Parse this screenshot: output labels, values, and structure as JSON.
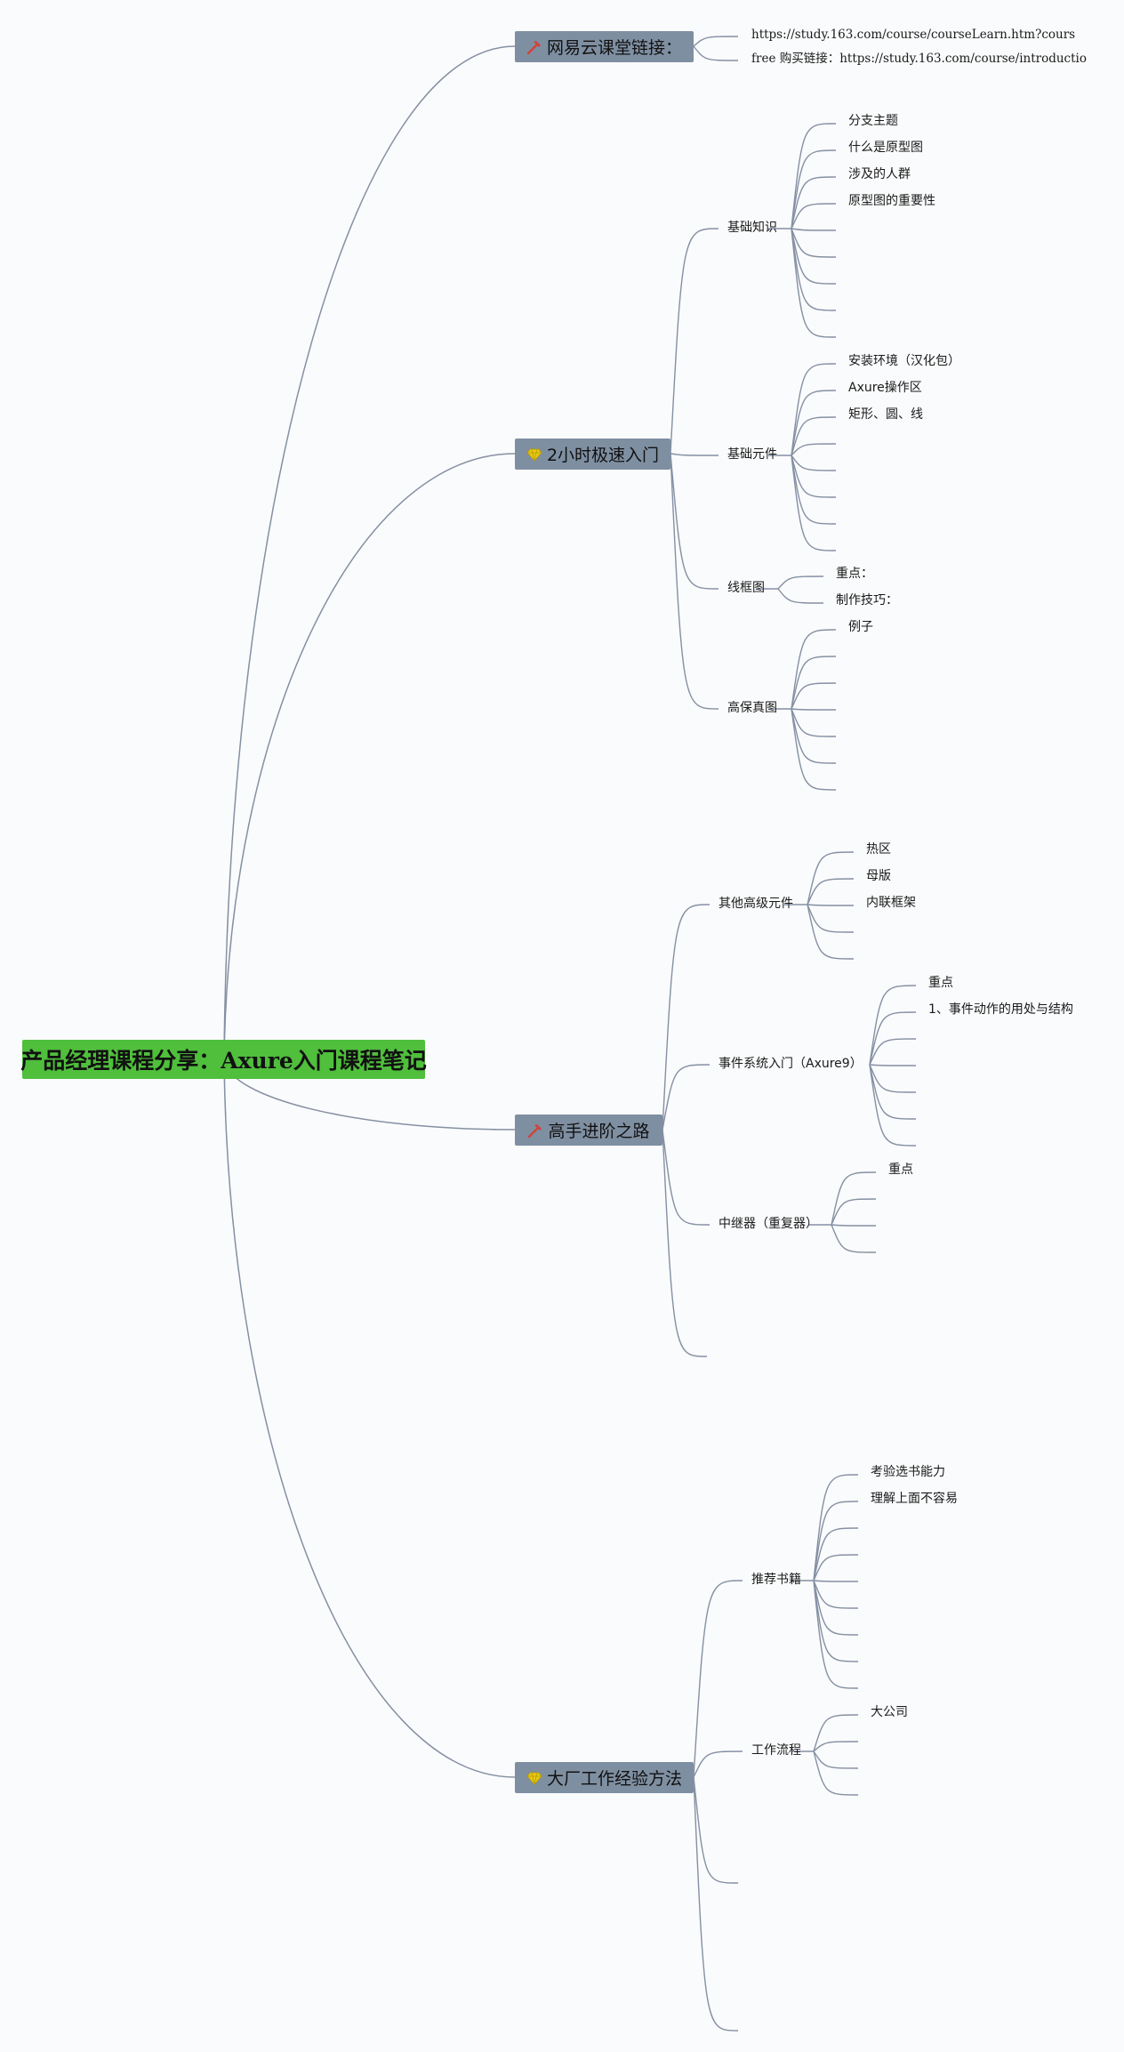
{
  "root": {
    "label": "产品经理课程分享：Axure入门课程笔记"
  },
  "branches": [
    {
      "label": "网易云课堂链接：",
      "icon": "hammer-icon",
      "children": [
        {
          "label": "https://study.163.com/course/courseLearn.htm?cours"
        },
        {
          "label": "free 购买链接：https://study.163.com/course/introductio"
        }
      ]
    },
    {
      "label": "2小时极速入门",
      "icon": "diamond-icon",
      "children": [
        {
          "label": "基础知识",
          "children": [
            "分支主题",
            "什么是原型图",
            "涉及的人群",
            "原型图的重要性",
            "",
            "",
            "",
            "",
            ""
          ]
        },
        {
          "label": "基础元件",
          "children": [
            "安装环境（汉化包）",
            "Axure操作区",
            "矩形、圆、线",
            "",
            "",
            "",
            "",
            ""
          ]
        },
        {
          "label": "线框图",
          "children": [
            "重点：",
            "制作技巧："
          ]
        },
        {
          "label": "高保真图",
          "children": [
            "例子",
            "",
            "",
            "",
            "",
            "",
            ""
          ]
        }
      ]
    },
    {
      "label": "高手进阶之路",
      "icon": "hammer-icon",
      "children": [
        {
          "label": "其他高级元件",
          "children": [
            "热区",
            "母版",
            "内联框架",
            "",
            ""
          ]
        },
        {
          "label": "事件系统入门（Axure9）",
          "children": [
            "重点",
            "1、事件动作的用处与结构",
            "",
            "",
            "",
            "",
            ""
          ]
        },
        {
          "label": "中继器（重复器）",
          "children": [
            "重点",
            "",
            "",
            ""
          ]
        },
        {
          "label": "",
          "children": []
        }
      ]
    },
    {
      "label": "大厂工作经验方法",
      "icon": "diamond-icon",
      "children": [
        {
          "label": "推荐书籍",
          "children": [
            "考验选书能力",
            "理解上面不容易",
            "",
            "",
            "",
            "",
            "",
            "",
            ""
          ]
        },
        {
          "label": "工作流程",
          "children": [
            "大公司",
            "",
            "",
            ""
          ]
        },
        {
          "label": "",
          "children": []
        },
        {
          "label": "",
          "children": []
        }
      ]
    }
  ],
  "colors": {
    "root": "#4fbf3c",
    "topic": "#7f8fa2",
    "edge": "#8590a3",
    "hammer": "#d0443a",
    "diamond": "#e6c814"
  }
}
